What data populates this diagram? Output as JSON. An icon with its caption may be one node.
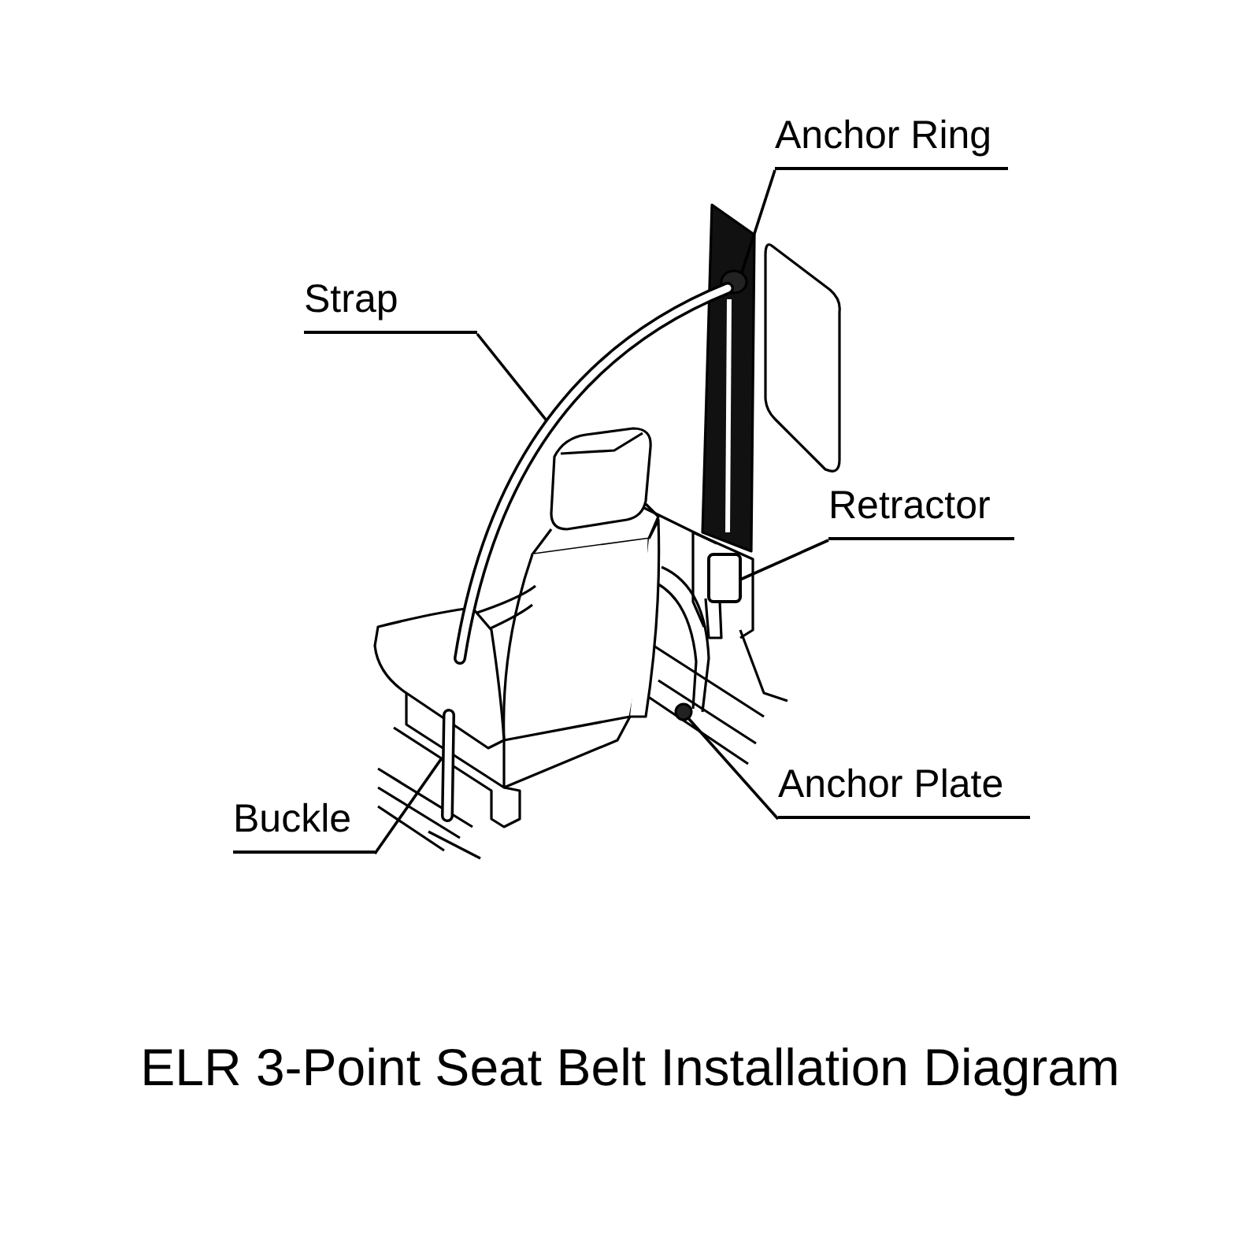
{
  "diagram": {
    "title": "ELR 3-Point Seat Belt Installation Diagram",
    "nodes": [
      {
        "text": [
          "Anchor Ring"
        ]
      },
      {
        "text": [
          "Strap"
        ]
      },
      {
        "text": [
          "Retractor"
        ]
      },
      {
        "text": [
          "Anchor Plate"
        ]
      },
      {
        "text": [
          "Buckle"
        ]
      },
      {
        "text": [],
        "shape": "circle"
      },
      {
        "text": [],
        "shape": "bar"
      },
      {
        "text": [],
        "shape": "box"
      },
      {
        "text": [],
        "shape": "circle"
      },
      {
        "text": [],
        "shape": "bar"
      }
    ],
    "edges": [
      {
        "from": 0,
        "to": 5,
        "arrow": "none"
      },
      {
        "from": 1,
        "to": 6,
        "arrow": "none"
      },
      {
        "from": 2,
        "to": 7,
        "arrow": "none"
      },
      {
        "from": 3,
        "to": 8,
        "arrow": "none"
      },
      {
        "from": 4,
        "to": 9,
        "arrow": "none"
      }
    ]
  }
}
